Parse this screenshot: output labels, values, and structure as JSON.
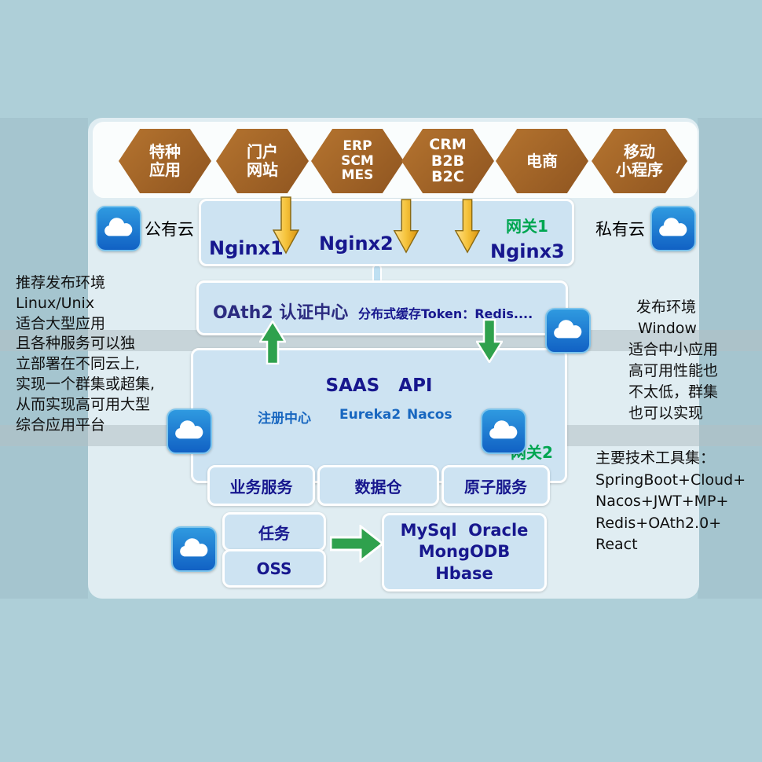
{
  "hexagons": [
    {
      "lines": [
        "特种",
        "应用"
      ]
    },
    {
      "lines": [
        "门户",
        "网站"
      ]
    },
    {
      "lines": [
        "ERP",
        "SCM",
        "MES"
      ]
    },
    {
      "lines": [
        "CRM",
        "B2B",
        "B2C"
      ]
    },
    {
      "lines": [
        "电商"
      ]
    },
    {
      "lines": [
        "移动",
        "小程序"
      ]
    }
  ],
  "gateway": {
    "public_cloud_label": "公有云",
    "private_cloud_label": "私有云",
    "nginx1": "Nginx1",
    "nginx2": "Nginx2",
    "nginx3": "Nginx3",
    "gateway1_label": "网关1"
  },
  "auth": {
    "title": "OAth2 认证中心",
    "cache": "分布式缓存Token：Redis...."
  },
  "saas": {
    "title": "SAAS   API",
    "registry_label": "注册中心",
    "registry_items": [
      "Eureka2",
      "Nacos"
    ],
    "gateway2_label": "网关2"
  },
  "services": {
    "business": "业务服务",
    "data_warehouse": "数据仓",
    "atomic": "原子服务",
    "task": "任务",
    "oss": "OSS"
  },
  "database": {
    "lines": [
      "MySql  Oracle",
      "MongODB",
      "Hbase"
    ]
  },
  "left_note": {
    "lines": [
      "推荐发布环境",
      " Linux/Unix",
      "适合大型应用",
      "且各种服务可以独",
      "立部署在不同云上,",
      "实现一个群集或超集,",
      "从而实现高可用大型",
      "综合应用平台"
    ]
  },
  "right_note": {
    "lines": [
      "发布环境",
      "Window",
      "适合中小应用",
      "高可用性能也",
      "不太低，群集",
      "也可以实现"
    ]
  },
  "tools_note": {
    "title": "主要技术工具集：",
    "lines": [
      "SpringBoot+Cloud+",
      "Nacos+JWT+MP+",
      "Redis+OAth2.0+",
      "React"
    ]
  },
  "colors": {
    "background": "#aecfd8",
    "hexagon_brown": "#a5682a",
    "box_fill": "#cde3f2",
    "navy_text": "#17178e",
    "green_text": "#00a651",
    "blue_text": "#1867c0",
    "cloud_blue": "#1976d2",
    "arrow_yellow": "#f0b428",
    "arrow_green": "#2fa14d"
  }
}
